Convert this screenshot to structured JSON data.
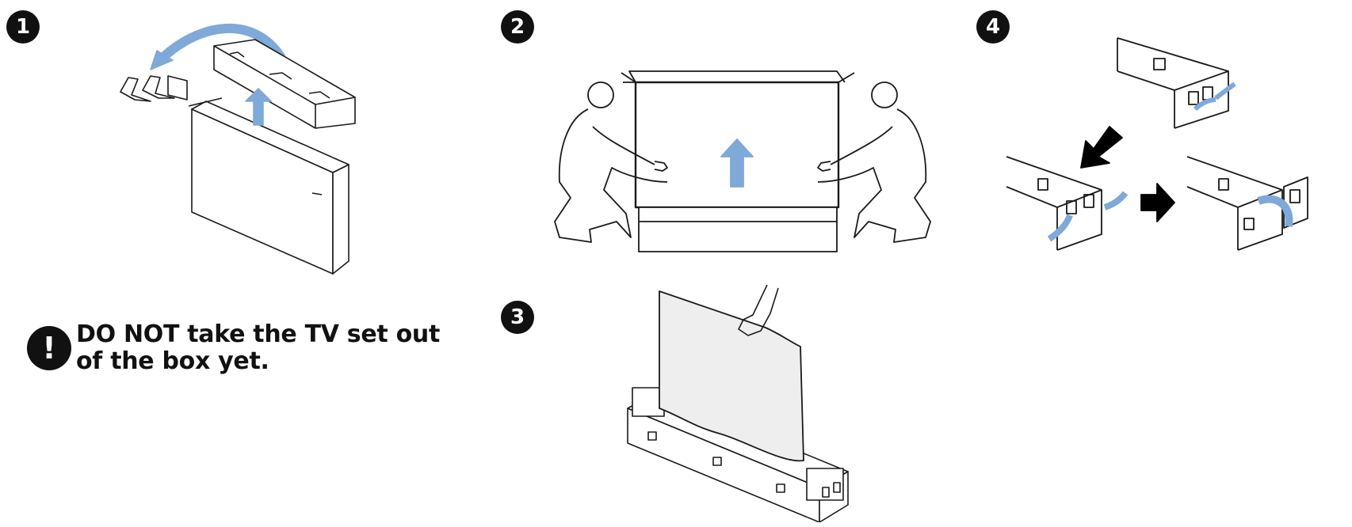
{
  "steps": [
    {
      "number": "1",
      "description": "Lift the box lid, remove stands and accessories"
    },
    {
      "number": "2",
      "description": "Two people lift the outer carton upward"
    },
    {
      "number": "3",
      "description": "Lift the TV out holding the top edge"
    },
    {
      "number": "4",
      "description": "Fold open the corner packing pieces"
    }
  ],
  "warning": {
    "icon": "exclamation-icon",
    "text": "DO NOT take the TV set out of the box yet."
  },
  "colors": {
    "arrow_blue": "#7ea9d8",
    "outline": "#1a1a1a",
    "black_arrow": "#000000",
    "screen_gray": "#eeeeee"
  }
}
